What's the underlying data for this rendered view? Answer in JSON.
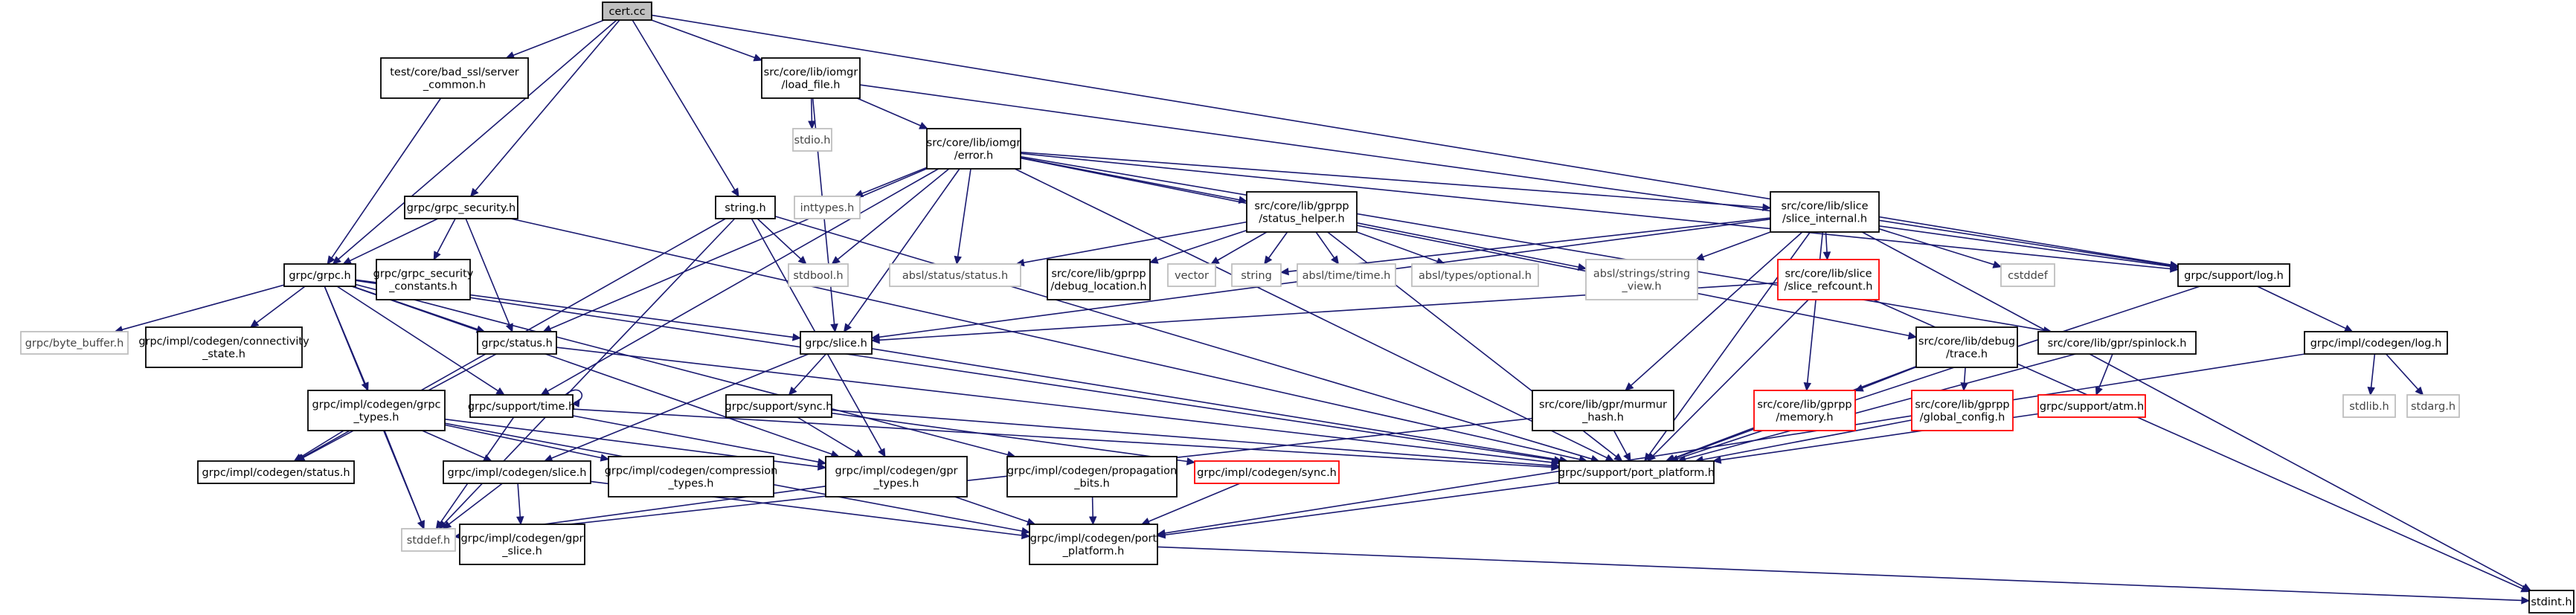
{
  "graph": {
    "nodes": [
      {
        "id": "cert_cc",
        "lines": [
          "cert.cc"
        ],
        "style": "root"
      },
      {
        "id": "bad_ssl",
        "lines": [
          "test/core/bad_ssl/server",
          "_common.h"
        ],
        "style": "normal"
      },
      {
        "id": "load_file",
        "lines": [
          "src/core/lib/iomgr",
          "/load_file.h"
        ],
        "style": "normal"
      },
      {
        "id": "stdio",
        "lines": [
          "stdio.h"
        ],
        "style": "sys"
      },
      {
        "id": "error_h",
        "lines": [
          "src/core/lib/iomgr",
          "/error.h"
        ],
        "style": "normal"
      },
      {
        "id": "inttypes",
        "lines": [
          "inttypes.h"
        ],
        "style": "sys"
      },
      {
        "id": "status_helper",
        "lines": [
          "src/core/lib/gprpp",
          "/status_helper.h"
        ],
        "style": "normal"
      },
      {
        "id": "slice_internal",
        "lines": [
          "src/core/lib/slice",
          "/slice_internal.h"
        ],
        "style": "normal"
      },
      {
        "id": "grpc_security",
        "lines": [
          "grpc/grpc_security.h"
        ],
        "style": "normal"
      },
      {
        "id": "string_h",
        "lines": [
          "string.h"
        ],
        "style": "normal"
      },
      {
        "id": "grpc_h",
        "lines": [
          "grpc/grpc.h"
        ],
        "style": "normal"
      },
      {
        "id": "grpc_sec_const",
        "lines": [
          "grpc/grpc_security",
          "_constants.h"
        ],
        "style": "normal"
      },
      {
        "id": "stdbool",
        "lines": [
          "stdbool.h"
        ],
        "style": "sys"
      },
      {
        "id": "absl_status",
        "lines": [
          "absl/status/status.h"
        ],
        "style": "sys"
      },
      {
        "id": "debug_location",
        "lines": [
          "src/core/lib/gprpp",
          "/debug_location.h"
        ],
        "style": "normal"
      },
      {
        "id": "vector",
        "lines": [
          "vector"
        ],
        "style": "sys"
      },
      {
        "id": "string",
        "lines": [
          "string"
        ],
        "style": "sys"
      },
      {
        "id": "absl_time",
        "lines": [
          "absl/time/time.h"
        ],
        "style": "sys"
      },
      {
        "id": "absl_optional",
        "lines": [
          "absl/types/optional.h"
        ],
        "style": "sys"
      },
      {
        "id": "absl_string_view",
        "lines": [
          "absl/strings/string",
          "_view.h"
        ],
        "style": "sys"
      },
      {
        "id": "slice_refcount",
        "lines": [
          "src/core/lib/slice",
          "/slice_refcount.h"
        ],
        "style": "red"
      },
      {
        "id": "cstddef",
        "lines": [
          "cstddef"
        ],
        "style": "sys"
      },
      {
        "id": "support_log",
        "lines": [
          "grpc/support/log.h"
        ],
        "style": "normal"
      },
      {
        "id": "byte_buffer",
        "lines": [
          "grpc/byte_buffer.h"
        ],
        "style": "sys"
      },
      {
        "id": "connectivity_state",
        "lines": [
          "grpc/impl/codegen/connectivity",
          "_state.h"
        ],
        "style": "normal"
      },
      {
        "id": "grpc_status",
        "lines": [
          "grpc/status.h"
        ],
        "style": "normal"
      },
      {
        "id": "grpc_slice",
        "lines": [
          "grpc/slice.h"
        ],
        "style": "normal"
      },
      {
        "id": "support_time",
        "lines": [
          "grpc/support/time.h"
        ],
        "style": "normal"
      },
      {
        "id": "grpc_types",
        "lines": [
          "grpc/impl/codegen/grpc",
          "_types.h"
        ],
        "style": "normal"
      },
      {
        "id": "codegen_status",
        "lines": [
          "grpc/impl/codegen/status.h"
        ],
        "style": "normal"
      },
      {
        "id": "codegen_slice",
        "lines": [
          "grpc/impl/codegen/slice.h"
        ],
        "style": "normal"
      },
      {
        "id": "compression_types",
        "lines": [
          "grpc/impl/codegen/compression",
          "_types.h"
        ],
        "style": "normal"
      },
      {
        "id": "support_sync",
        "lines": [
          "grpc/support/sync.h"
        ],
        "style": "normal"
      },
      {
        "id": "gpr_types",
        "lines": [
          "grpc/impl/codegen/gpr",
          "_types.h"
        ],
        "style": "normal"
      },
      {
        "id": "propagation_bits",
        "lines": [
          "grpc/impl/codegen/propagation",
          "_bits.h"
        ],
        "style": "normal"
      },
      {
        "id": "codegen_sync",
        "lines": [
          "grpc/impl/codegen/sync.h"
        ],
        "style": "red"
      },
      {
        "id": "stddef",
        "lines": [
          "stddef.h"
        ],
        "style": "sys"
      },
      {
        "id": "gpr_slice",
        "lines": [
          "grpc/impl/codegen/gpr",
          "_slice.h"
        ],
        "style": "normal"
      },
      {
        "id": "port_platform",
        "lines": [
          "grpc/impl/codegen/port",
          "_platform.h"
        ],
        "style": "normal"
      },
      {
        "id": "murmur_hash",
        "lines": [
          "src/core/lib/gpr/murmur",
          "_hash.h"
        ],
        "style": "normal"
      },
      {
        "id": "debug_trace",
        "lines": [
          "src/core/lib/debug",
          "/trace.h"
        ],
        "style": "normal"
      },
      {
        "id": "gprpp_memory",
        "lines": [
          "src/core/lib/gprpp",
          "/memory.h"
        ],
        "style": "red"
      },
      {
        "id": "global_config",
        "lines": [
          "src/core/lib/gprpp",
          "/global_config.h"
        ],
        "style": "red"
      },
      {
        "id": "spinlock",
        "lines": [
          "src/core/lib/gpr/spinlock.h"
        ],
        "style": "normal"
      },
      {
        "id": "support_atm",
        "lines": [
          "grpc/support/atm.h"
        ],
        "style": "red"
      },
      {
        "id": "support_port_platform",
        "lines": [
          "grpc/support/port_platform.h"
        ],
        "style": "normal"
      },
      {
        "id": "codegen_log",
        "lines": [
          "grpc/impl/codegen/log.h"
        ],
        "style": "normal"
      },
      {
        "id": "stdlib",
        "lines": [
          "stdlib.h"
        ],
        "style": "sys"
      },
      {
        "id": "stdarg",
        "lines": [
          "stdarg.h"
        ],
        "style": "sys"
      },
      {
        "id": "stdint",
        "lines": [
          "stdint.h"
        ],
        "style": "normal"
      }
    ]
  }
}
